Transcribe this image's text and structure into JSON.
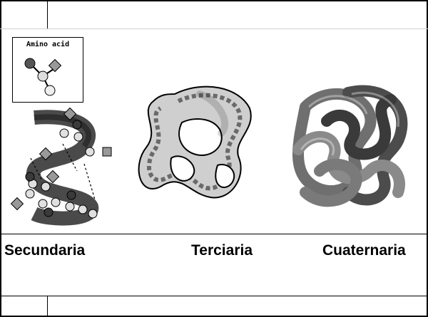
{
  "legend": {
    "title": "Amino acid"
  },
  "labels": {
    "secondary": "Secundaria",
    "tertiary": "Terciaria",
    "quaternary": "Cuaternaria"
  },
  "colors": {
    "ribbon_dark": "#4a4a4a",
    "sphere_light": "#e0e0e0",
    "diamond": "#9a9a9a",
    "tertiary_fill": "#cfcfcf",
    "quaternary_base": "#5a5a5a"
  }
}
